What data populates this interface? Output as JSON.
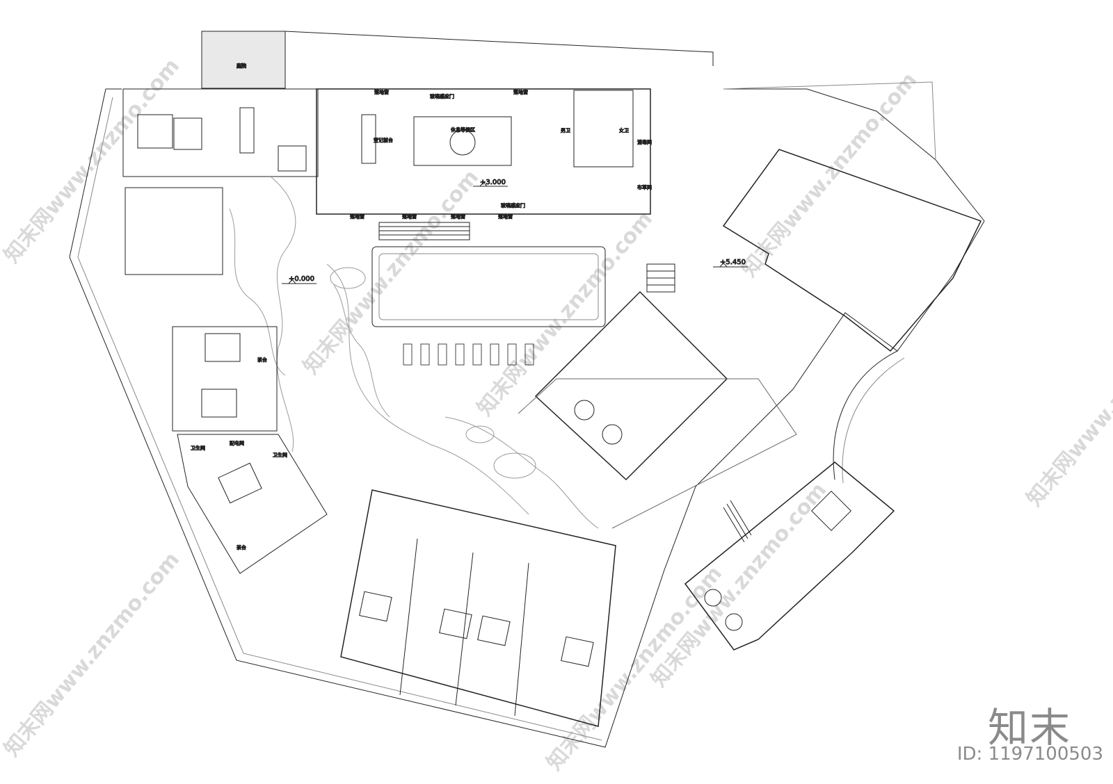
{
  "brand": "知末",
  "image_id": "ID: 1197100503",
  "watermarks": [
    "知末网www.znzmo.com"
  ],
  "levels": [
    "+3.000",
    "+0.000",
    "+5.450"
  ],
  "labels": {
    "lobby_waiting": "休息等候区",
    "reception_desk": "登记前台",
    "floor_window": "落地窗",
    "sliding_door_top": "玻璃感应门",
    "sliding_door_bottom": "玻璃感应门",
    "male_wc": "男卫",
    "female_wc": "女卫",
    "disinfection": "消毒间",
    "linen_room": "布草间",
    "bathroom": "卫生间",
    "power_room": "配电间",
    "tea_table": "茶台",
    "garden": "庭院"
  }
}
